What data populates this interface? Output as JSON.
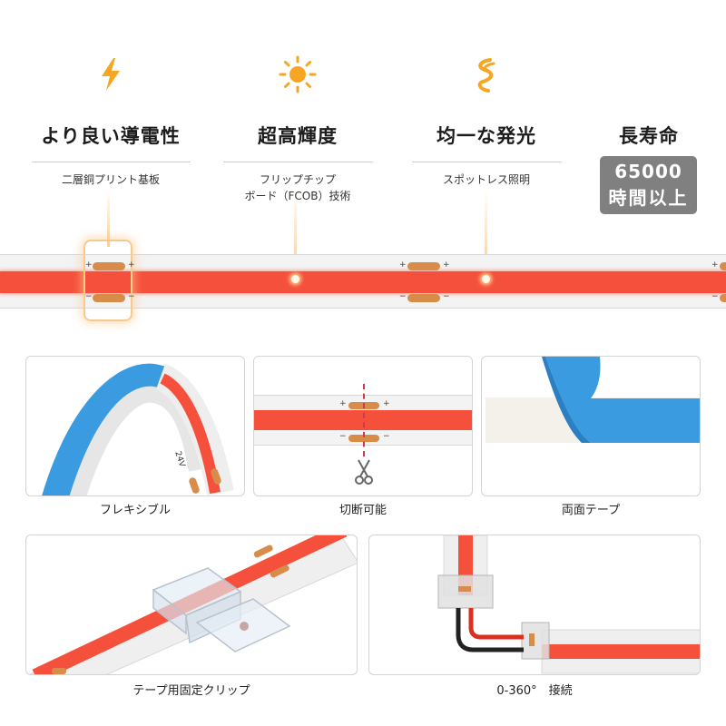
{
  "features": [
    {
      "title": "より良い導電性",
      "desc": [
        "二層銅プリント基板"
      ],
      "icon": "lightning-icon"
    },
    {
      "title": "超高輝度",
      "desc": [
        "フリップチップ",
        "ボード（FCOB）技術"
      ],
      "icon": "sun-icon"
    },
    {
      "title": "均一な発光",
      "desc": [
        "スポットレス照明"
      ],
      "icon": "wave-icon"
    },
    {
      "title": "長寿命",
      "badge": [
        "65000",
        "時間以上"
      ]
    }
  ],
  "strip_marks": {
    "plus": "+",
    "minus": "−"
  },
  "cards": [
    {
      "caption": "フレキシブル",
      "label": "24V"
    },
    {
      "caption": "切断可能"
    },
    {
      "caption": "両面テープ"
    },
    {
      "caption": "テープ用固定クリップ"
    },
    {
      "caption": "0-360°　接続"
    }
  ],
  "colors": {
    "accent": "#f6a623",
    "led": "#f4503b",
    "tape": "#3b9be0",
    "pad": "#d88c4a"
  }
}
